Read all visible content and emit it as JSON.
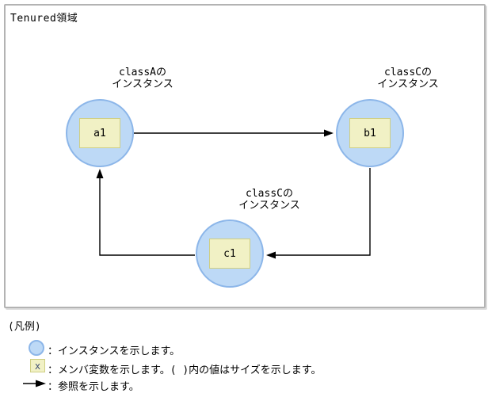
{
  "diagram": {
    "title": "Tenured領域",
    "nodes": [
      {
        "id": "a1",
        "class_label": "classAの\nインスタンス",
        "member": "a1"
      },
      {
        "id": "b1",
        "class_label": "classCの\nインスタンス",
        "member": "b1"
      },
      {
        "id": "c1",
        "class_label": "classCの\nインスタンス",
        "member": "c1"
      }
    ],
    "references": [
      {
        "from": "a1",
        "to": "b1"
      },
      {
        "from": "b1",
        "to": "c1"
      },
      {
        "from": "c1",
        "to": "a1"
      }
    ]
  },
  "legend": {
    "title": "(凡例)",
    "items": [
      {
        "icon": "instance-circle-icon",
        "text": "：インスタンスを示します。"
      },
      {
        "icon": "member-variable-box-icon",
        "symbol": "x",
        "text": "：メンバ変数を示します。( )内の値はサイズを示します。"
      },
      {
        "icon": "reference-arrow-icon",
        "text": "：参照を示します。"
      }
    ]
  },
  "colors": {
    "instance_fill": "#bdd9f6",
    "instance_border": "#8cb6e9",
    "member_fill": "#f1f1c5",
    "member_border": "#cfcf84",
    "frame_border": "#b3b3b3",
    "frame_shadow": "#dddddd",
    "line": "#000000"
  }
}
